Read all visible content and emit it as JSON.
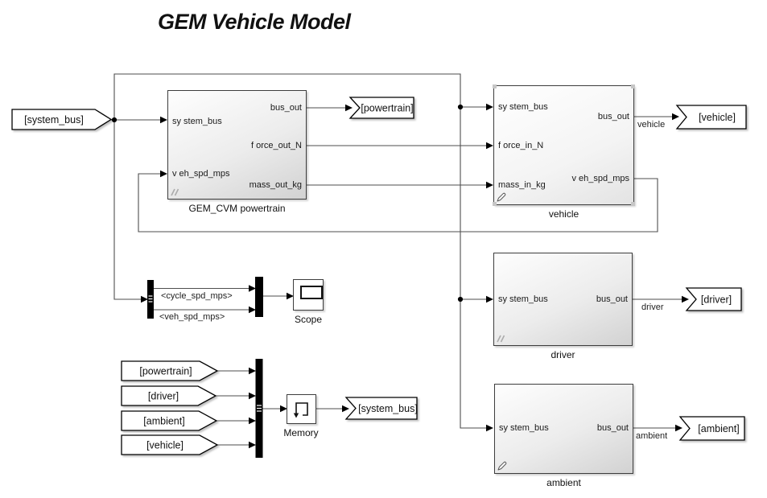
{
  "title": "GEM Vehicle Model",
  "blocks": {
    "powertrain": {
      "caption": "GEM_CVM powertrain",
      "ports": {
        "in": [
          "sy stem_bus",
          "v eh_spd_mps"
        ],
        "out": [
          "bus_out",
          "f orce_out_N",
          "mass_out_kg"
        ]
      }
    },
    "vehicle": {
      "caption": "vehicle",
      "ports": {
        "in": [
          "sy stem_bus",
          "f orce_in_N",
          "mass_in_kg"
        ],
        "out": [
          "bus_out",
          "v eh_spd_mps"
        ]
      }
    },
    "driver": {
      "caption": "driver",
      "ports": {
        "in": [
          "sy stem_bus"
        ],
        "out": [
          "bus_out"
        ]
      }
    },
    "ambient": {
      "caption": "ambient",
      "ports": {
        "in": [
          "sy stem_bus"
        ],
        "out": [
          "bus_out"
        ]
      }
    },
    "scope": {
      "caption": "Scope"
    },
    "memory": {
      "caption": "Memory"
    }
  },
  "tags": {
    "from_system_bus": "[system_bus]",
    "goto_powertrain": "[powertrain]",
    "goto_vehicle": "[vehicle]",
    "goto_driver": "[driver]",
    "goto_ambient": "[ambient]",
    "goto_system_bus": "[system_bus]",
    "from_powertrain": "[powertrain]",
    "from_driver": "[driver]",
    "from_ambient": "[ambient]",
    "from_vehicle": "[vehicle]"
  },
  "wire_labels": {
    "vehicle": "vehicle",
    "driver": "driver",
    "ambient": "ambient",
    "cycle_spd": "<cycle_spd_mps>",
    "veh_spd": "<veh_spd_mps>"
  },
  "colors": {
    "wire": "#4e4e4e",
    "block_border": "#3d3d3d",
    "bus_bar": "#000000",
    "background": "#ffffff"
  }
}
